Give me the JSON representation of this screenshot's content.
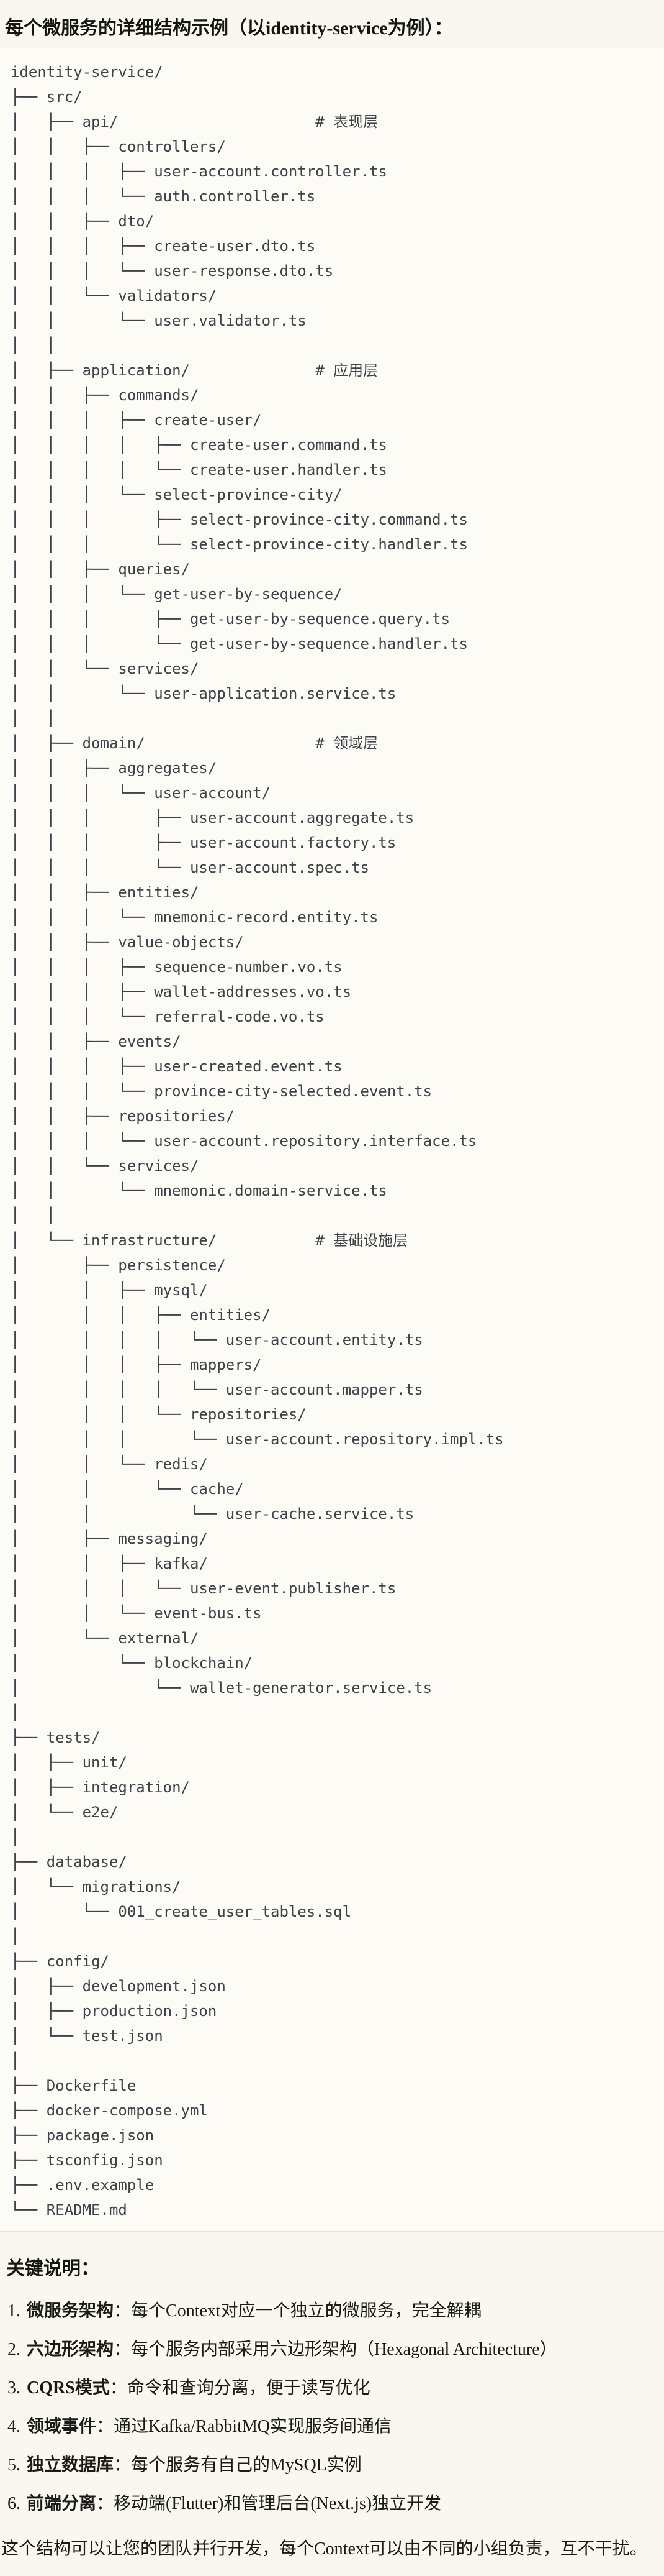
{
  "page": {
    "title": "每个微服务的详细结构示例（以identity-service为例）：",
    "notes_title": "关键说明：",
    "closing": "这个结构可以让您的团队并行开发，每个Context可以由不同的小组负责，互不干扰。"
  },
  "colors": {
    "page_bg": "#f9f7f0",
    "code_bg": "#fcfbf6",
    "border": "#e6e3da",
    "code_text": "#3e4349",
    "body_text": "#1b1a17"
  },
  "tree": {
    "root": "identity-service/",
    "layer_comments": [
      "# 表现层",
      "# 应用层",
      "# 领域层",
      "# 基础设施层"
    ],
    "lines": [
      "identity-service/",
      "├── src/",
      "│   ├── api/                      # 表现层",
      "│   │   ├── controllers/",
      "│   │   │   ├── user-account.controller.ts",
      "│   │   │   └── auth.controller.ts",
      "│   │   ├── dto/",
      "│   │   │   ├── create-user.dto.ts",
      "│   │   │   └── user-response.dto.ts",
      "│   │   └── validators/",
      "│   │       └── user.validator.ts",
      "│   │",
      "│   ├── application/              # 应用层",
      "│   │   ├── commands/",
      "│   │   │   ├── create-user/",
      "│   │   │   │   ├── create-user.command.ts",
      "│   │   │   │   └── create-user.handler.ts",
      "│   │   │   └── select-province-city/",
      "│   │   │       ├── select-province-city.command.ts",
      "│   │   │       └── select-province-city.handler.ts",
      "│   │   ├── queries/",
      "│   │   │   └── get-user-by-sequence/",
      "│   │   │       ├── get-user-by-sequence.query.ts",
      "│   │   │       └── get-user-by-sequence.handler.ts",
      "│   │   └── services/",
      "│   │       └── user-application.service.ts",
      "│   │",
      "│   ├── domain/                   # 领域层",
      "│   │   ├── aggregates/",
      "│   │   │   └── user-account/",
      "│   │   │       ├── user-account.aggregate.ts",
      "│   │   │       ├── user-account.factory.ts",
      "│   │   │       └── user-account.spec.ts",
      "│   │   ├── entities/",
      "│   │   │   └── mnemonic-record.entity.ts",
      "│   │   ├── value-objects/",
      "│   │   │   ├── sequence-number.vo.ts",
      "│   │   │   ├── wallet-addresses.vo.ts",
      "│   │   │   └── referral-code.vo.ts",
      "│   │   ├── events/",
      "│   │   │   ├── user-created.event.ts",
      "│   │   │   └── province-city-selected.event.ts",
      "│   │   ├── repositories/",
      "│   │   │   └── user-account.repository.interface.ts",
      "│   │   └── services/",
      "│   │       └── mnemonic.domain-service.ts",
      "│   │",
      "│   └── infrastructure/           # 基础设施层",
      "│       ├── persistence/",
      "│       │   ├── mysql/",
      "│       │   │   ├── entities/",
      "│       │   │   │   └── user-account.entity.ts",
      "│       │   │   ├── mappers/",
      "│       │   │   │   └── user-account.mapper.ts",
      "│       │   │   └── repositories/",
      "│       │   │       └── user-account.repository.impl.ts",
      "│       │   └── redis/",
      "│       │       └── cache/",
      "│       │           └── user-cache.service.ts",
      "│       ├── messaging/",
      "│       │   ├── kafka/",
      "│       │   │   └── user-event.publisher.ts",
      "│       │   └── event-bus.ts",
      "│       └── external/",
      "│           └── blockchain/",
      "│               └── wallet-generator.service.ts",
      "│",
      "├── tests/",
      "│   ├── unit/",
      "│   ├── integration/",
      "│   └── e2e/",
      "│",
      "├── database/",
      "│   └── migrations/",
      "│       └── 001_create_user_tables.sql",
      "│",
      "├── config/",
      "│   ├── development.json",
      "│   ├── production.json",
      "│   └── test.json",
      "│",
      "├── Dockerfile",
      "├── docker-compose.yml",
      "├── package.json",
      "├── tsconfig.json",
      "├── .env.example",
      "└── README.md"
    ]
  },
  "notes": [
    {
      "num": "1.",
      "term": "微服务架构",
      "text": "：每个Context对应一个独立的微服务，完全解耦"
    },
    {
      "num": "2.",
      "term": "六边形架构",
      "text": "：每个服务内部采用六边形架构（Hexagonal Architecture）"
    },
    {
      "num": "3.",
      "term": "CQRS模式",
      "text": "：命令和查询分离，便于读写优化"
    },
    {
      "num": "4.",
      "term": "领域事件",
      "text": "：通过Kafka/RabbitMQ实现服务间通信"
    },
    {
      "num": "5.",
      "term": "独立数据库",
      "text": "：每个服务有自己的MySQL实例"
    },
    {
      "num": "6.",
      "term": "前端分离",
      "text": "：移动端(Flutter)和管理后台(Next.js)独立开发"
    }
  ]
}
